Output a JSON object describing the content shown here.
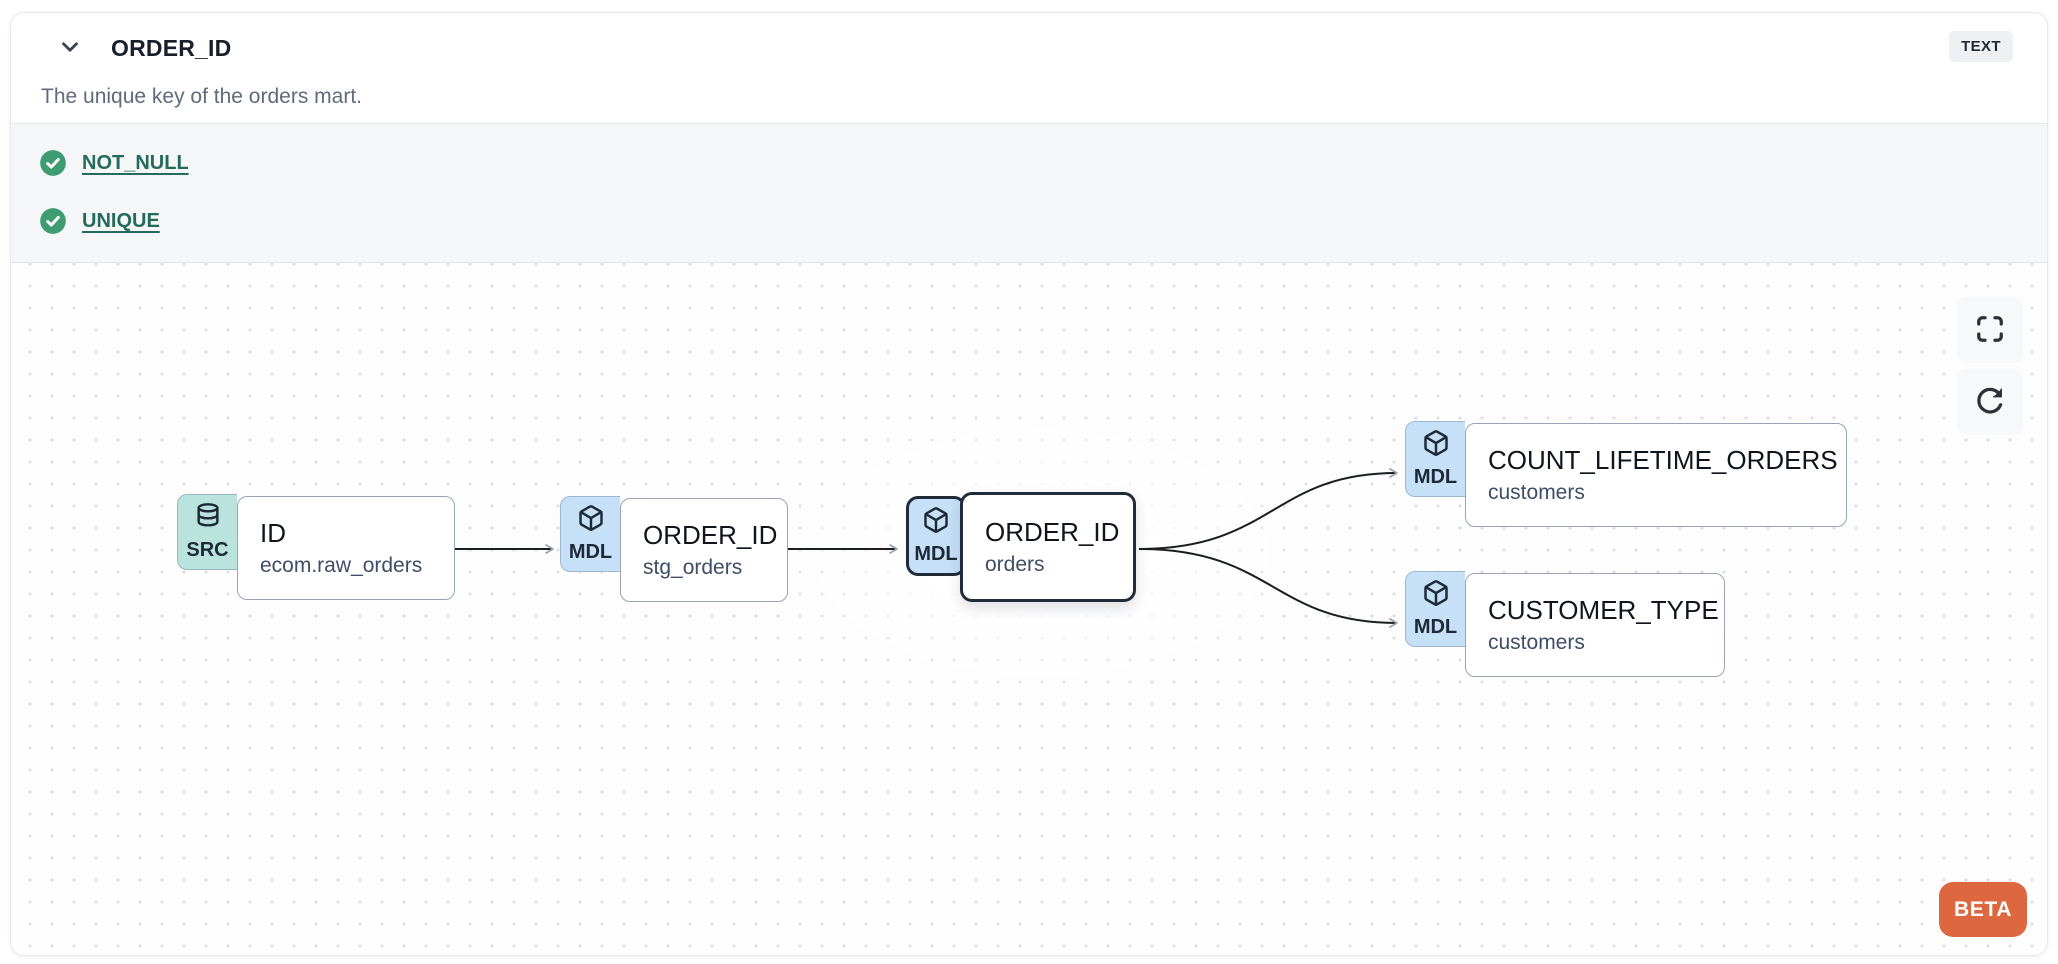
{
  "header": {
    "title": "ORDER_ID",
    "type_badge": "TEXT",
    "description": "The unique key of the orders mart."
  },
  "tests": {
    "items": [
      {
        "status": "pass",
        "label": "NOT_NULL"
      },
      {
        "status": "pass",
        "label": "UNIQUE"
      }
    ]
  },
  "lineage": {
    "nodes": [
      {
        "badge": "SRC",
        "icon": "database-icon",
        "title": "ID",
        "subtitle": "ecom.raw_orders",
        "selected": false
      },
      {
        "badge": "MDL",
        "icon": "cube-icon",
        "title": "ORDER_ID",
        "subtitle": "stg_orders",
        "selected": false
      },
      {
        "badge": "MDL",
        "icon": "cube-icon",
        "title": "ORDER_ID",
        "subtitle": "orders",
        "selected": true
      },
      {
        "badge": "MDL",
        "icon": "cube-icon",
        "title": "COUNT_LIFETIME_ORDERS",
        "subtitle": "customers",
        "selected": false
      },
      {
        "badge": "MDL",
        "icon": "cube-icon",
        "title": "CUSTOMER_TYPE",
        "subtitle": "customers",
        "selected": false
      }
    ],
    "edges": [
      {
        "from": "ID (ecom.raw_orders)",
        "to": "ORDER_ID (stg_orders)"
      },
      {
        "from": "ORDER_ID (stg_orders)",
        "to": "ORDER_ID (orders)"
      },
      {
        "from": "ORDER_ID (orders)",
        "to": "COUNT_LIFETIME_ORDERS (customers)"
      },
      {
        "from": "ORDER_ID (orders)",
        "to": "CUSTOMER_TYPE (customers)"
      }
    ],
    "beta_label": "BETA"
  },
  "colors": {
    "accent_orange": "#dd6840",
    "test_green": "#3e9c72",
    "link_teal": "#266a5e",
    "src_badge_bg": "#b9e3dc",
    "mdl_badge_bg": "#c5e0f7",
    "selected_border": "#222b3a",
    "edge": "#1a1d21"
  }
}
